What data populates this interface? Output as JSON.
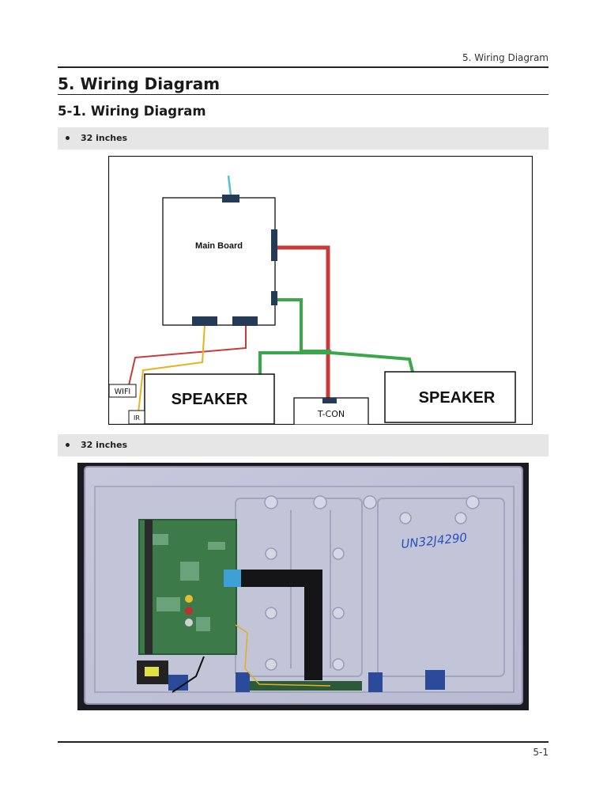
{
  "header": {
    "running_title": "5. Wiring Diagram"
  },
  "section": {
    "title": "5. Wiring Diagram",
    "subtitle": "5-1. Wiring Diagram"
  },
  "items": [
    {
      "bullet_text": "32 inches"
    },
    {
      "bullet_text": "32 inches"
    }
  ],
  "diagram": {
    "main_board_label": "Main Board",
    "speaker_left_label": "SPEAKER",
    "speaker_right_label": "SPEAKER",
    "tcon_label": "T-CON",
    "wifi_label": "WIFI",
    "ir_label": "IR",
    "colors": {
      "red_wire": "#c8393a",
      "green_wire": "#3aa84a",
      "yellow_wire": "#e8b21a",
      "cyan_wire": "#4fc3d6",
      "connector": "#233b57"
    }
  },
  "photo": {
    "handwritten_model": "UN32J4290"
  },
  "footer": {
    "page_number": "5-1"
  }
}
